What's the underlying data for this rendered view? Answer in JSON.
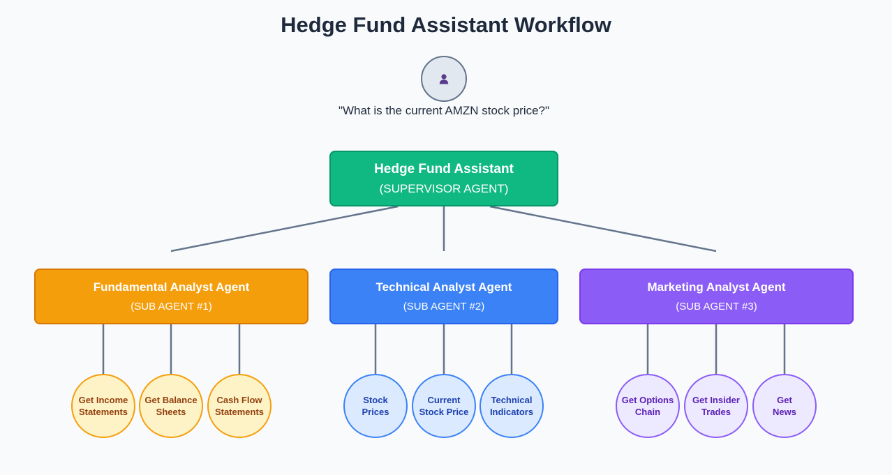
{
  "title": "Hedge Fund Assistant Workflow",
  "user": {
    "icon": "user-icon",
    "query": "\"What is the current AMZN stock price?\""
  },
  "supervisor": {
    "name": "Hedge Fund Assistant",
    "role": "(SUPERVISOR AGENT)",
    "color": "#10b981"
  },
  "agents": [
    {
      "name": "Fundamental Analyst Agent",
      "role": "(SUB AGENT #1)",
      "color": "#f59e0b",
      "tools": [
        {
          "line1": "Get Income",
          "line2": "Statements"
        },
        {
          "line1": "Get Balance",
          "line2": "Sheets"
        },
        {
          "line1": "Cash Flow",
          "line2": "Statements"
        }
      ]
    },
    {
      "name": "Technical Analyst Agent",
      "role": "(SUB AGENT #2)",
      "color": "#3b82f6",
      "tools": [
        {
          "line1": "Stock",
          "line2": "Prices"
        },
        {
          "line1": "Current",
          "line2": "Stock Price"
        },
        {
          "line1": "Technical",
          "line2": "Indicators"
        }
      ]
    },
    {
      "name": "Marketing Analyst Agent",
      "role": "(SUB AGENT #3)",
      "color": "#8b5cf6",
      "tools": [
        {
          "line1": "Get Options",
          "line2": "Chain"
        },
        {
          "line1": "Get Insider",
          "line2": "Trades"
        },
        {
          "line1": "Get",
          "line2": "News"
        }
      ]
    }
  ],
  "connector_color": "#64748b"
}
